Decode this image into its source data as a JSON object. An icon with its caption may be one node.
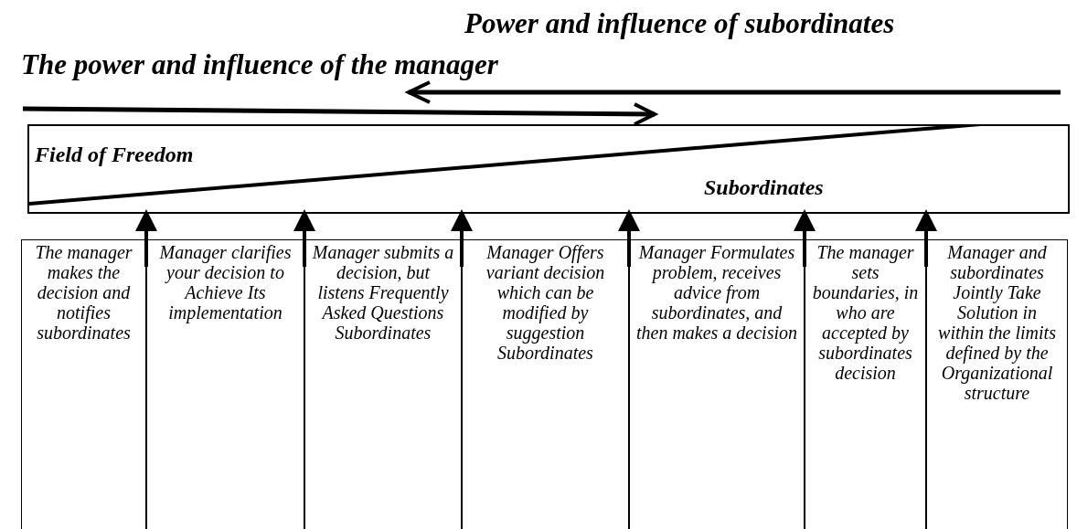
{
  "diagram": {
    "nodes": [
      {
        "text": [
          "Field of Freedom",
          "Subordinates"
        ]
      },
      {
        "text": [
          "The manager makes the decision and notifies subordinates"
        ]
      },
      {
        "text": [
          "Manager clarifies your decision to Achieve Its implementation"
        ]
      },
      {
        "text": [
          "Manager submits a decision, but listens Frequently Asked Questions Subordinates"
        ]
      },
      {
        "text": [
          "Manager Offers variant decision which can be modified by suggestion Subordinates"
        ]
      },
      {
        "text": [
          "Manager Formulates problem, receives advice from subordinates, and then makes a decision"
        ]
      },
      {
        "text": [
          "The manager sets boundaries, in who are accepted by subordinates decision"
        ]
      },
      {
        "text": [
          "Manager and subordinates Jointly Take Solution in within the limits defined by the Organizational structure"
        ]
      }
    ],
    "edges": [
      {
        "from": 1,
        "to": 0,
        "arrow": "to"
      },
      {
        "from": 2,
        "to": 0,
        "arrow": "to"
      },
      {
        "from": 3,
        "to": 0,
        "arrow": "to"
      },
      {
        "from": 4,
        "to": 0,
        "arrow": "to"
      },
      {
        "from": 5,
        "to": 0,
        "arrow": "to"
      },
      {
        "from": 6,
        "to": 0,
        "arrow": "to"
      }
    ],
    "labels": [
      "Power and influence of subordinates",
      "The power and influence of the manager"
    ]
  }
}
